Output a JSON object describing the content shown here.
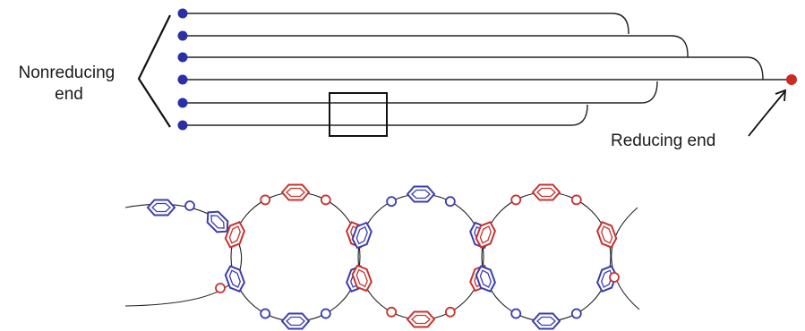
{
  "labels": {
    "nonreducing_line1": "Nonreducing",
    "nonreducing_line2": "end",
    "reducing": "Reducing end"
  },
  "colors": {
    "nonreducing_dot": "#2b2fa8",
    "reducing_dot": "#cc2a22",
    "blue_residue": "#3b3db0",
    "red_residue": "#c8322d",
    "line": "#222222"
  }
}
